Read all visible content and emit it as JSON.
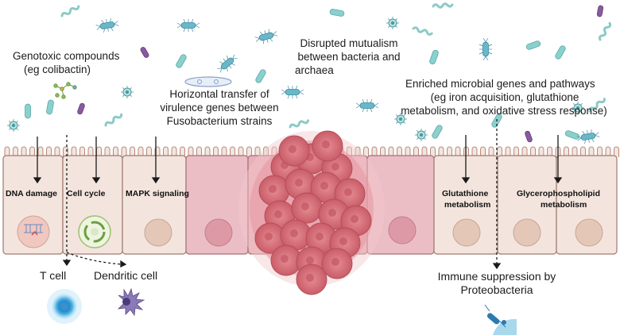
{
  "labels": {
    "genotoxic": "Genotoxic compounds",
    "genotoxic_eg": "(eg colibactin)",
    "horizontal_1": "Horizontal transfer of",
    "horizontal_2": "virulence genes between",
    "horizontal_3": "Fusobacterium strains",
    "mutualism_1": "Disrupted mutualism",
    "mutualism_2": "between bacteria and",
    "mutualism_3": "archaea",
    "enriched_1": "Enriched microbial genes and pathways",
    "enriched_2": "(eg  iron acquisition, glutathione",
    "enriched_3": "metabolism, and oxidative stress response)"
  },
  "cells": {
    "dna_damage": "DNA damage",
    "cell_cycle": "Cell cycle",
    "mapk": "MAPK signaling",
    "glutathione_1": "Glutathione",
    "glutathione_2": "metabolism",
    "glycero_1": "Glycerophospholipid",
    "glycero_2": "metabolism"
  },
  "outcomes": {
    "t_cell": "T cell",
    "dendritic": "Dendritic cell",
    "immune_1": "Immune suppression by",
    "immune_2": "Proteobacteria"
  },
  "colors": {
    "cell_beige": "#f0e2da",
    "cell_pink": "#e9b8c0",
    "tumor": "#d9727b",
    "bacteria_teal": "#7ac4c2",
    "bacteria_purple": "#7a4a8c",
    "arrow": "#1a1a1a"
  }
}
